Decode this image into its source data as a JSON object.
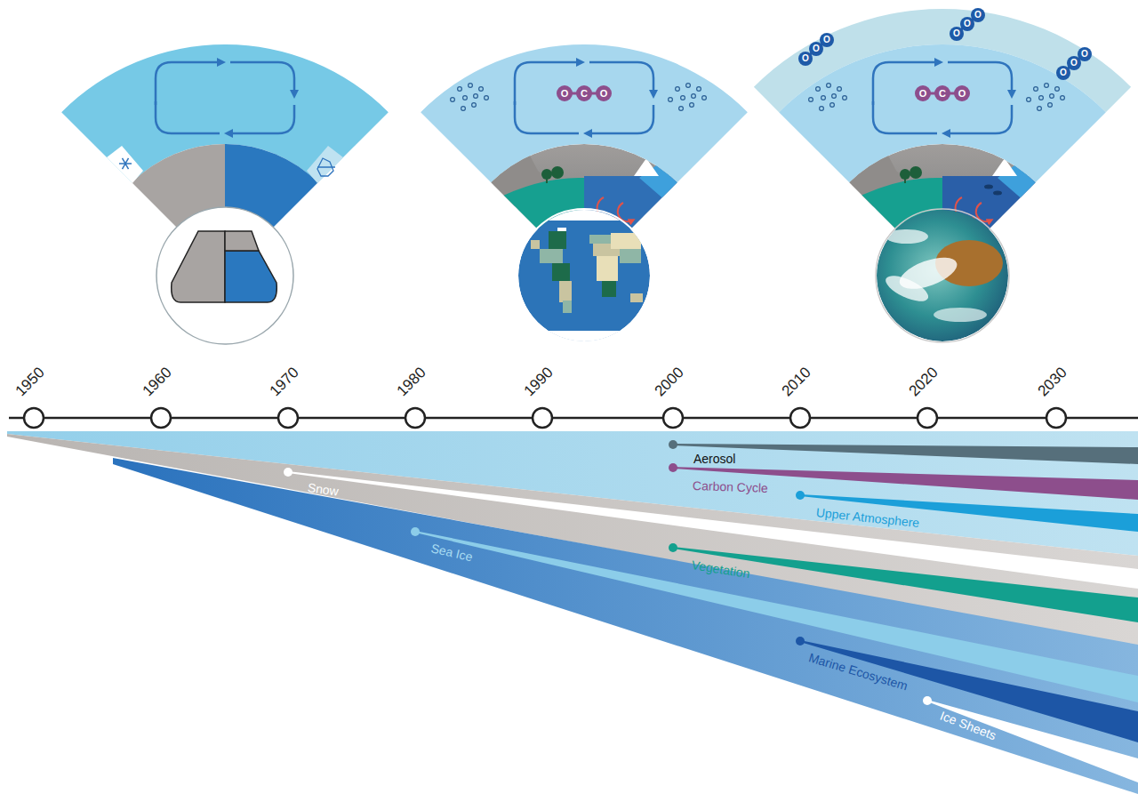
{
  "diagram": {
    "labels": [
      "1950",
      "1960",
      "1970",
      "1980",
      "1990",
      "2000",
      "2010",
      "2020",
      "2030",
      "Aerosol",
      "Carbon Cycle",
      "Upper Atmosphere",
      "Snow",
      "Sea Ice",
      "Vegetation",
      "Marine Ecosystem",
      "Ice Sheets",
      "O",
      "C",
      "O",
      "O",
      "C",
      "O",
      "O",
      "O",
      "O",
      "O",
      "O",
      "O",
      "O",
      "O",
      "O"
    ]
  }
}
